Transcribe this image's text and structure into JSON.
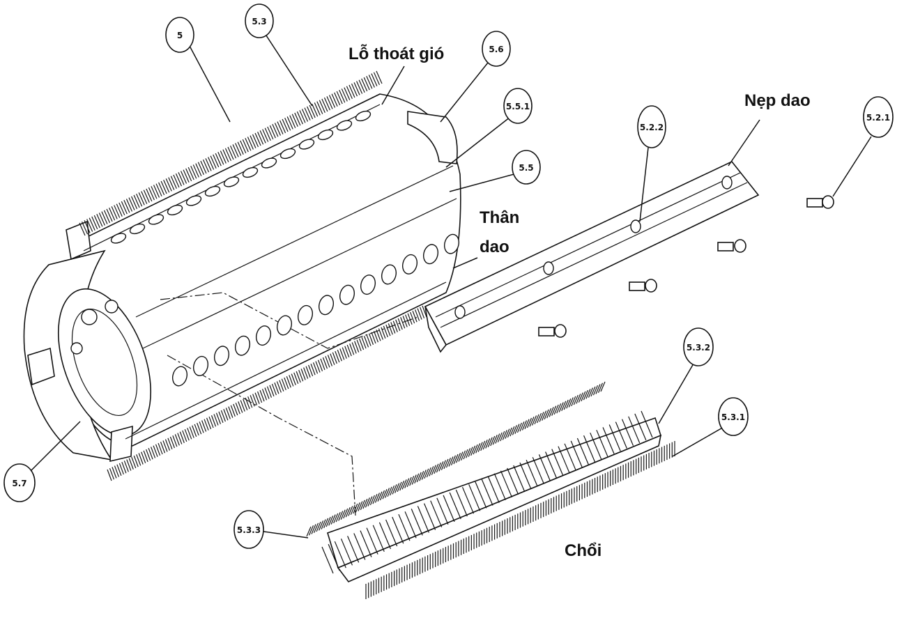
{
  "callouts": [
    {
      "id": "c-5",
      "text": "5"
    },
    {
      "id": "c-5-3",
      "text": "5.3"
    },
    {
      "id": "c-5-6",
      "text": "5.6"
    },
    {
      "id": "c-5-5-1",
      "text": "5.5.1"
    },
    {
      "id": "c-5-5",
      "text": "5.5"
    },
    {
      "id": "c-5-2-2",
      "text": "5.2.2"
    },
    {
      "id": "c-5-2-1",
      "text": "5.2.1"
    },
    {
      "id": "c-5-3-2",
      "text": "5.3.2"
    },
    {
      "id": "c-5-3-1",
      "text": "5.3.1"
    },
    {
      "id": "c-5-3-3",
      "text": "5.3.3"
    },
    {
      "id": "c-5-7",
      "text": "5.7"
    }
  ],
  "labels": {
    "air_vent": "Lỗ thoát gió",
    "knife_clamp": "Nẹp dao",
    "body_line1": "Thân",
    "body_line2": "dao",
    "brush": "Chổi"
  }
}
